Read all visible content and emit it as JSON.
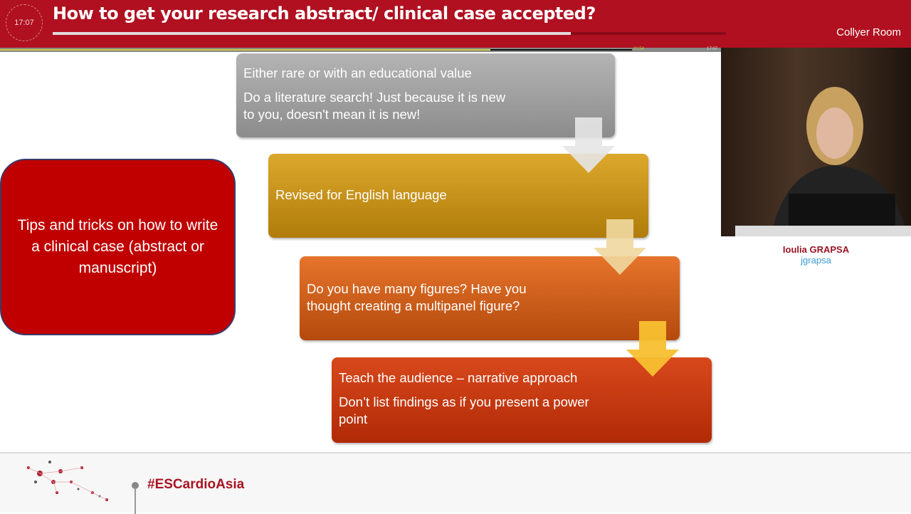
{
  "header": {
    "clock": "17:07",
    "title": "How to get your research abstract/ clinical case accepted?",
    "progress_percent": 77,
    "room": "Collyer Room"
  },
  "video_bar": {
    "elapsed": "01:54",
    "end": "17:07",
    "progress_percent": 68
  },
  "slide": {
    "main_box": "Tips and tricks on how to write a clinical case (abstract or manuscript)",
    "steps": [
      {
        "lines": [
          "Either rare or with an educational value",
          "Do a literature search! Just because it is new to you, doesn't mean it is new!"
        ]
      },
      {
        "lines": [
          "Revised for English language"
        ]
      },
      {
        "lines": [
          "Do you have many figures? Have you thought creating a multipanel figure?"
        ]
      },
      {
        "lines": [
          "Teach the audience – narrative approach",
          "Don’t list findings as if you present a power point"
        ]
      }
    ]
  },
  "speaker": {
    "name": "Ioulia GRAPSA",
    "handle": "jgrapsa"
  },
  "footer": {
    "hashtag": "#ESCardioAsia"
  }
}
